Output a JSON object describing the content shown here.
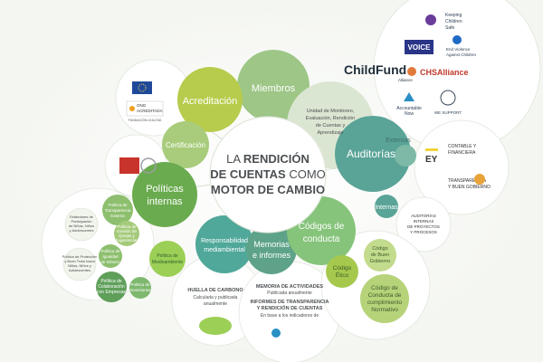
{
  "center": {
    "line1_pre": "LA ",
    "line1_bold": "RENDICIÓN",
    "line2_bold": "DE CUENTAS",
    "line2_post": " COMO",
    "line3_bold": "MOTOR DE CAMBIO"
  },
  "branches": {
    "acreditacion": "Acreditación",
    "miembros": "Miembros",
    "certificacion": "Certificación",
    "politicas_internas": [
      "Políticas",
      "internas"
    ],
    "responsabilidad": [
      "Responsabilidad",
      "mediambiental"
    ],
    "memorias": [
      "Memorias",
      "e informes"
    ],
    "codigos": [
      "Códigos de",
      "conducta"
    ],
    "auditorias": "Auditorías",
    "externas": "Externas",
    "internas": "Internas"
  },
  "miembros_detail": [
    "Unidad de Monitoreo,",
    "Evaluación, Rendición",
    "de Cuentas y",
    "Aprendizaje"
  ],
  "acreditacion_logos": {
    "ong_acreditada": [
      "ONG",
      "ACREDITADA"
    ],
    "fundacion": "FUNDACIÓN LEALTAD"
  },
  "partners": {
    "childfund": "ChildFund",
    "childfund_sub": "Alliance",
    "keeping": [
      "Keeping",
      "Children",
      "Safe"
    ],
    "voice": "VOICE",
    "end_violence": [
      "End Violence",
      "Against Children"
    ],
    "chs": "CHSAlliance",
    "accountable": [
      "Accountable",
      "Now"
    ],
    "we_support": "WE SUPPORT"
  },
  "auditorias_detail": {
    "contable": [
      "CONTABLE Y",
      "FINANCIERA"
    ],
    "ey_logo": "EY",
    "transparencia": [
      "TRANSPARENCIA",
      "Y BUEN GOBIERNO"
    ],
    "internas_detail": [
      "AUDITORÍAS",
      "INTERNAS",
      "DE PROYECTOS",
      "Y PROCESOS"
    ]
  },
  "politicas": {
    "transparencia": [
      "Política de",
      "Transparencia",
      "Externa"
    ],
    "estandares": [
      "Estándares de",
      "Participación",
      "de Niñas, Niños",
      "y Adolescentes"
    ],
    "gestion": [
      "Política de",
      "Gestión de",
      "Quejas y",
      "Sugerencias"
    ],
    "igualdad": [
      "Política de",
      "Igualdad",
      "de Género"
    ],
    "proteccion": [
      "Política de Protección",
      "y Buen Trato hacia",
      "Niñas, Niños y",
      "Adolescentes"
    ],
    "medioambiente": [
      "Política de",
      "Medioambiente"
    ],
    "colaboracion": [
      "Política de",
      "Colaboración",
      "con Empresas"
    ],
    "inversiones": [
      "Política de",
      "Inversiones"
    ]
  },
  "huella": {
    "title": "HUELLA DE CARBONO",
    "sub": [
      "Calculada y publicada",
      "anualmente"
    ]
  },
  "memoria": {
    "title": "MEMORIA DE ACTIVIDADES",
    "sub": "Publicada anualmente",
    "title2": [
      "INFORMES DE TRANSPARENCIA",
      "Y RENDICIÓN DE CUENTAS"
    ],
    "sub2": "En base a los indicadores de"
  },
  "codigos_detail": {
    "etico": [
      "Código",
      "Ético"
    ],
    "buen_gobierno": [
      "Código",
      "de Buen",
      "Gobierno"
    ],
    "conducta": [
      "Código de",
      "Conducta de",
      "cumplimiento",
      "Normativo"
    ]
  },
  "colors": {
    "dark_green": "#3f7f4a",
    "green": "#7eb83b",
    "light_green": "#a6c94d",
    "teal": "#4ea89b",
    "sage": "#8fbf83",
    "olive": "#9bbd56"
  }
}
